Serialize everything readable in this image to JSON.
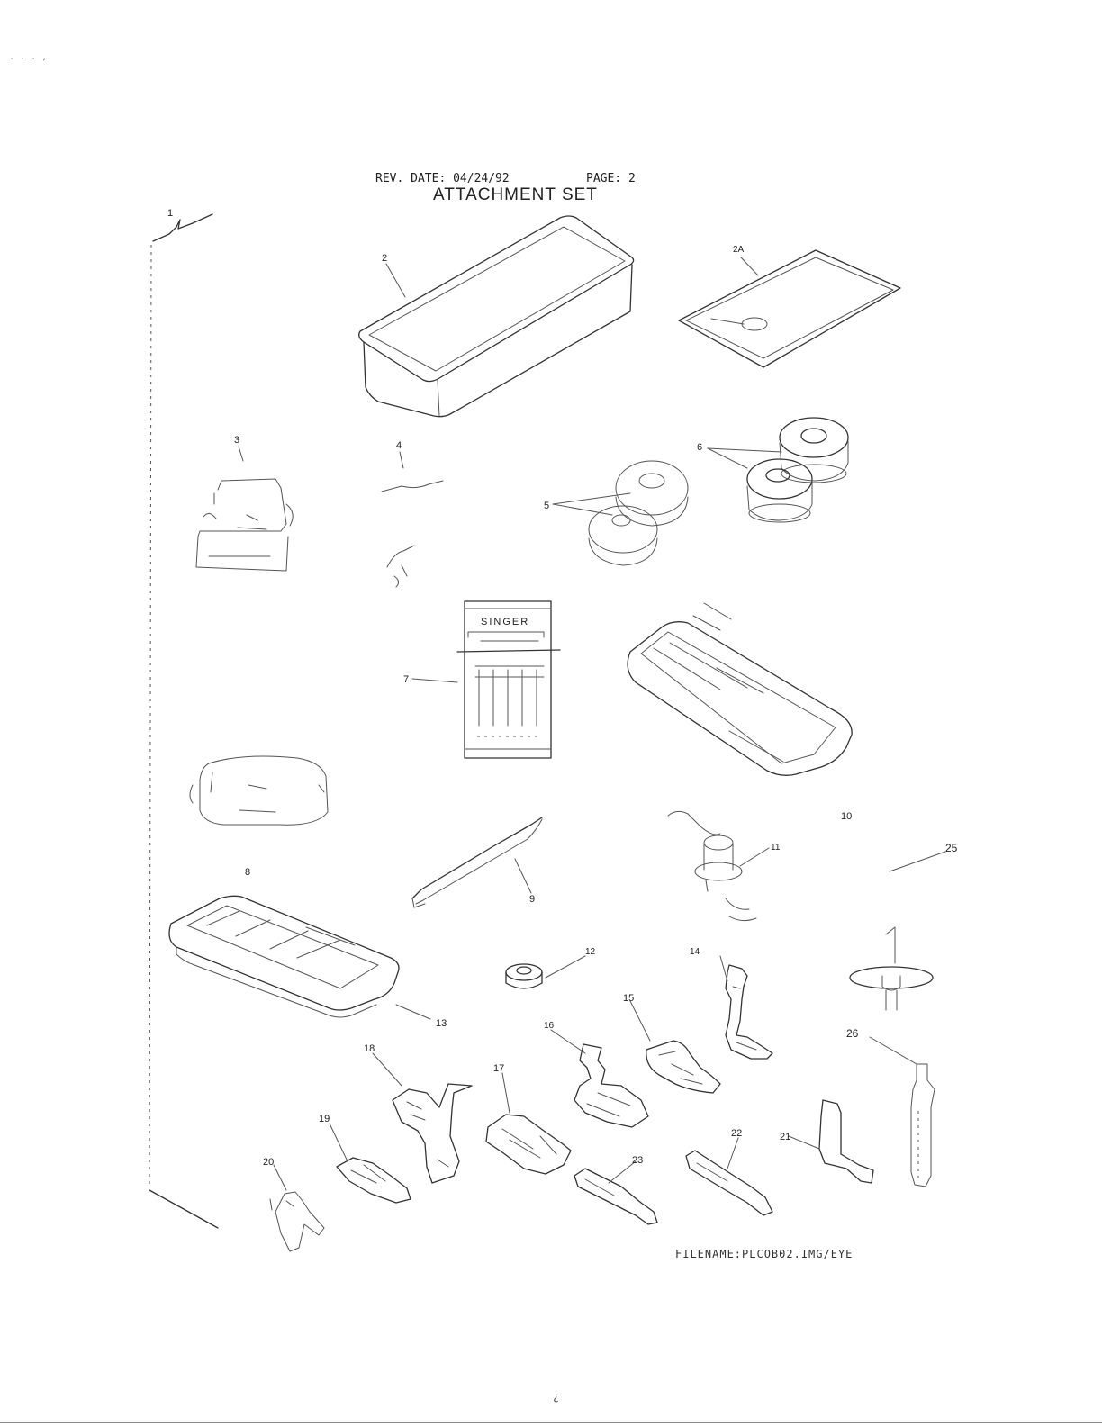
{
  "header": {
    "rev_label": "REV. DATE: 04/24/92",
    "page_label": "PAGE: 2",
    "title": "ATTACHMENT SET"
  },
  "footer": {
    "filename": "FILENAME:PLCOB02.IMG/EYE"
  },
  "marks": {
    "top_left": ". .        .        ,",
    "bottom_center": "¿"
  },
  "callouts": {
    "c1": "1",
    "c2": "2",
    "c2a": "2A",
    "c3": "3",
    "c4": "4",
    "c5": "5",
    "c6": "6",
    "c7": "7",
    "c8": "8",
    "c9": "9",
    "c10": "10",
    "c11": "11",
    "c12": "12",
    "c13": "13",
    "c14": "14",
    "c15": "15",
    "c16": "16",
    "c17": "17",
    "c18": "18",
    "c19": "19",
    "c20": "20",
    "c21": "21",
    "c22": "22",
    "c23": "23",
    "c25": "25",
    "c26": "26"
  },
  "needle_pack": {
    "brand": "SINGER"
  }
}
